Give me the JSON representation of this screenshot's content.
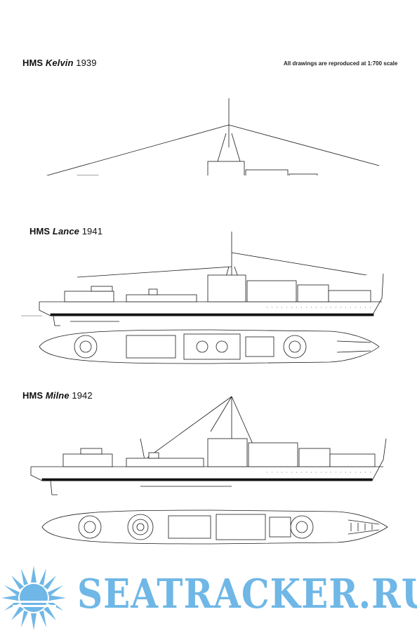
{
  "scale_note": "All drawings are reproduced at 1:700 scale",
  "ships": [
    {
      "prefix": "HMS",
      "name": "Kelvin",
      "year": "1939"
    },
    {
      "prefix": "HMS",
      "name": "Lance",
      "year": "1941"
    },
    {
      "prefix": "HMS",
      "name": "Milne",
      "year": "1942"
    }
  ],
  "watermark": "SEATRACKER.RU",
  "colors": {
    "watermark": "#6fb7e6",
    "line": "#1a1a1a"
  }
}
